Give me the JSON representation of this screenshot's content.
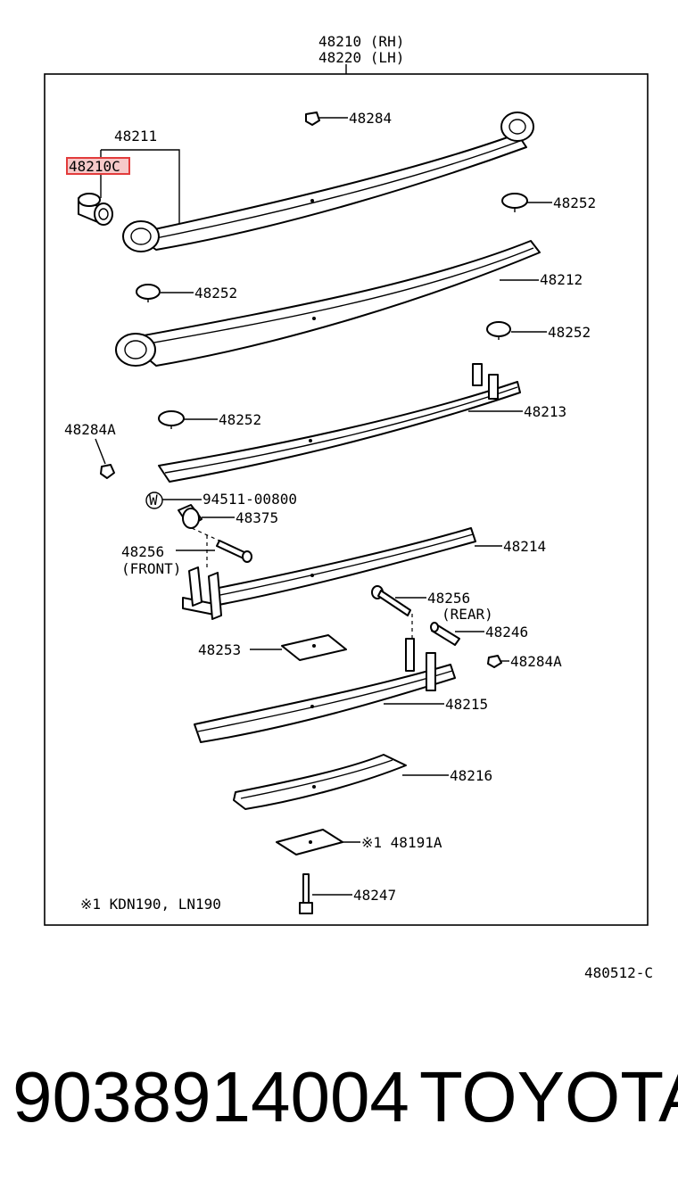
{
  "diagram": {
    "header": {
      "line1": "48210 (RH)",
      "line2": "48220 (LH)"
    },
    "code": "480512-C",
    "note": "※1 KDN190, LN190",
    "labels": {
      "p48211": "48211",
      "p48210C": "48210C",
      "p48284_top": "48284",
      "p48252_a": "48252",
      "p48252_b": "48252",
      "p48212": "48212",
      "p48252_c": "48252",
      "p48213": "48213",
      "p48252_d": "48252",
      "p48284A_left": "48284A",
      "w_marker": "W",
      "p94511": "94511-00800",
      "p48375": "48375",
      "p48256_front": "48256",
      "front": "(FRONT)",
      "p48214": "48214",
      "p48256_rear": "48256",
      "rear": "(REAR)",
      "p48246": "48246",
      "p48253": "48253",
      "p48284A_right": "48284A",
      "p48215": "48215",
      "p48216": "48216",
      "p48191A": "※1 48191A",
      "p48247": "48247"
    }
  },
  "footer": {
    "part_number": "9038914004",
    "brand": "TOYOTA"
  },
  "colors": {
    "highlight": "#e23b3b",
    "highlight_fill": "#f6c9c9",
    "line": "#000000"
  }
}
